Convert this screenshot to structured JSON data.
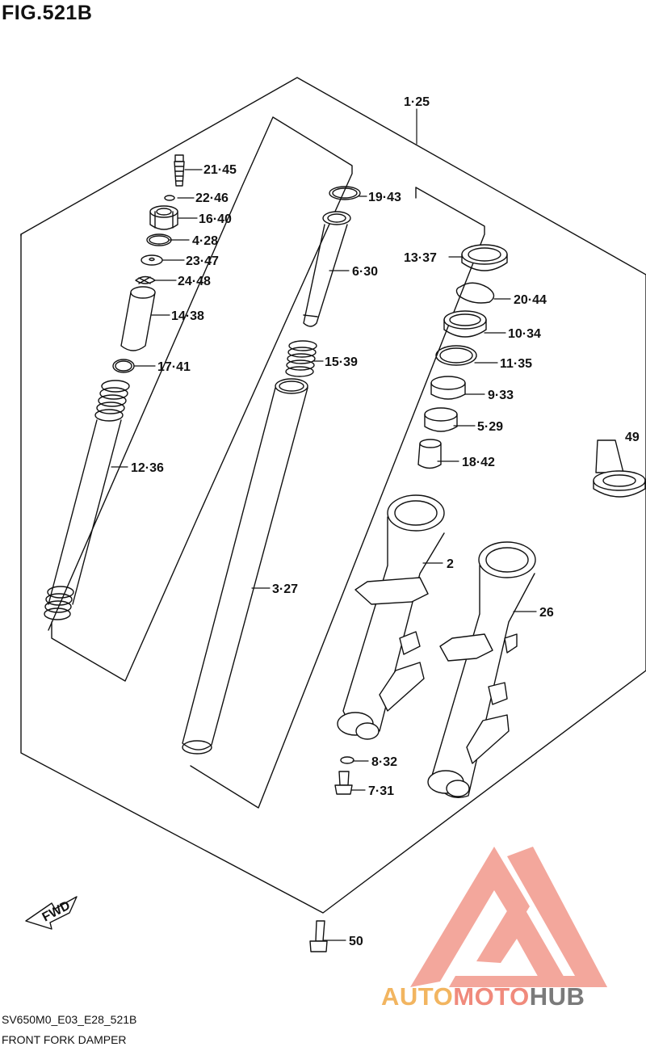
{
  "figure": {
    "title": "FIG.521B",
    "code": "SV650M0_E03_E28_521B",
    "caption": "FRONT FORK DAMPER",
    "fwd_label": "FWD"
  },
  "watermark": {
    "part1": "AUTO",
    "part2": "MOTO",
    "part3": "HUB",
    "color_auto": "#f2b560",
    "color_moto": "#f08a7c",
    "color_hub": "#7a7a7a",
    "logo_color": "#f08a7c"
  },
  "callouts": [
    {
      "id": "1-25",
      "text": "1·25"
    },
    {
      "id": "21-45",
      "text": "21·45"
    },
    {
      "id": "22-46",
      "text": "22·46"
    },
    {
      "id": "16-40",
      "text": "16·40"
    },
    {
      "id": "4-28",
      "text": "4·28"
    },
    {
      "id": "23-47",
      "text": "23·47"
    },
    {
      "id": "24-48",
      "text": "24·48"
    },
    {
      "id": "14-38",
      "text": "14·38"
    },
    {
      "id": "17-41",
      "text": "17·41"
    },
    {
      "id": "12-36",
      "text": "12·36"
    },
    {
      "id": "19-43",
      "text": "19·43"
    },
    {
      "id": "6-30",
      "text": "6·30"
    },
    {
      "id": "15-39",
      "text": "15·39"
    },
    {
      "id": "3-27",
      "text": "3·27"
    },
    {
      "id": "13-37",
      "text": "13·37"
    },
    {
      "id": "20-44",
      "text": "20·44"
    },
    {
      "id": "10-34",
      "text": "10·34"
    },
    {
      "id": "11-35",
      "text": "11·35"
    },
    {
      "id": "9-33",
      "text": "9·33"
    },
    {
      "id": "5-29",
      "text": "5·29"
    },
    {
      "id": "18-42",
      "text": "18·42"
    },
    {
      "id": "49",
      "text": "49"
    },
    {
      "id": "2",
      "text": "2"
    },
    {
      "id": "26",
      "text": "26"
    },
    {
      "id": "8-32",
      "text": "8·32"
    },
    {
      "id": "7-31",
      "text": "7·31"
    },
    {
      "id": "50",
      "text": "50"
    }
  ]
}
